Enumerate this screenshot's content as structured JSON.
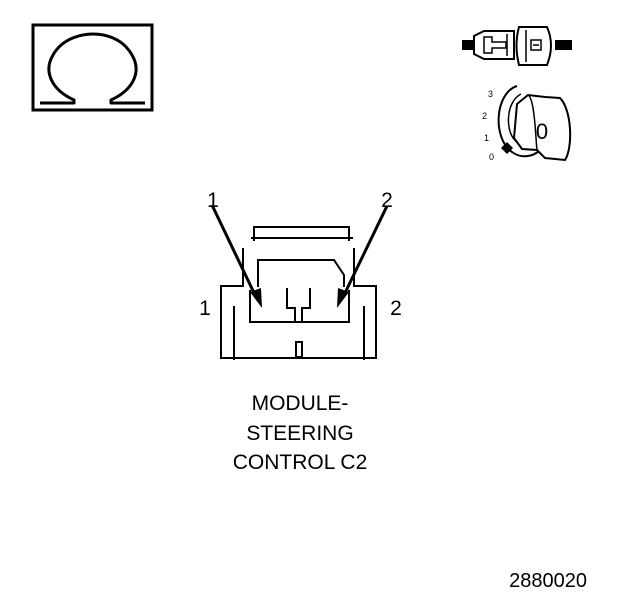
{
  "symbols": {
    "ohm": "Ω",
    "ohm_icon": "ohm-symbol-icon",
    "connector_icon": "connector-disconnect-icon",
    "ignition_icon": "ignition-key-off-icon",
    "key_mark": "0",
    "key_positions": [
      "3",
      "2",
      "1",
      "0"
    ]
  },
  "connector": {
    "arrow_labels": [
      "1",
      "2"
    ],
    "side_labels": [
      "1",
      "2"
    ],
    "name_lines": [
      "MODULE-",
      "STEERING",
      "CONTROL C2"
    ]
  },
  "figure_id": "2880020",
  "colors": {
    "ink": "#000000",
    "background": "#ffffff"
  }
}
